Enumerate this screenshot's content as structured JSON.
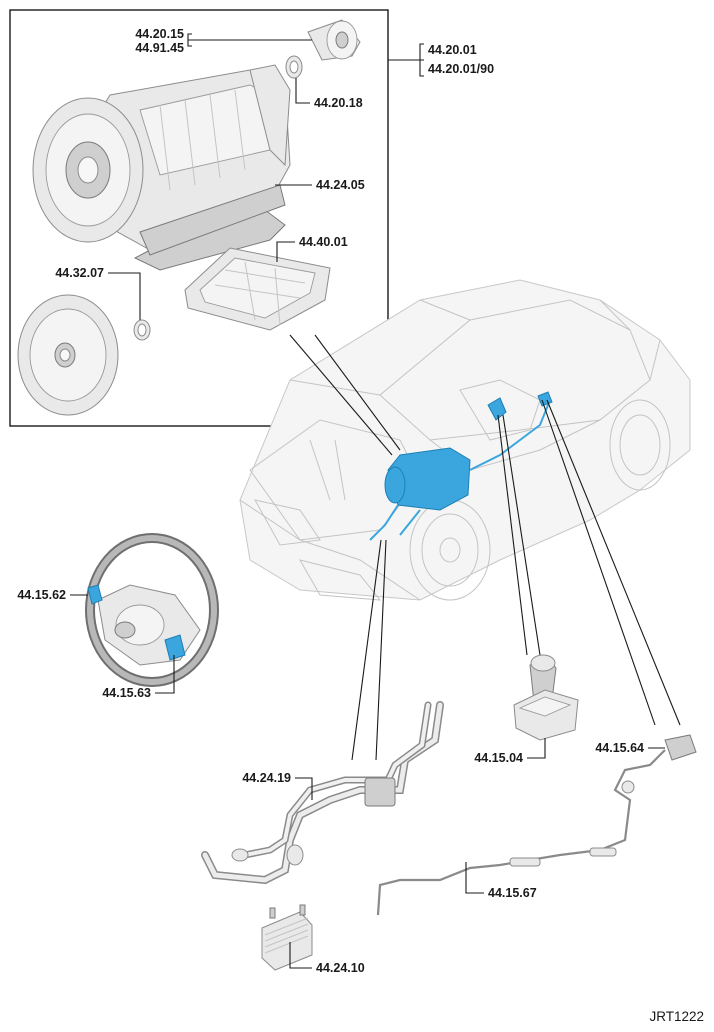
{
  "labels": {
    "trans_mount": "44.20.15",
    "trans_mount_alt": "44.91.45",
    "transmission": "44.20.01",
    "transmission_alt": "44.20.01/90",
    "seal": "44.20.18",
    "oil_pan": "44.24.05",
    "valve_body": "44.40.01",
    "torque_converter": "44.32.07",
    "paddle_left": "44.15.62",
    "paddle_right": "44.15.63",
    "cooler_pipes": "44.24.19",
    "selector": "44.15.04",
    "selector_module": "44.15.64",
    "selector_cable": "44.15.67",
    "oil_cooler": "44.24.10"
  },
  "diagram_id": "JRT1222",
  "colors": {
    "highlight": "#3aa6dd",
    "line": "#1a1a1a",
    "part": "#e9e9e9"
  }
}
